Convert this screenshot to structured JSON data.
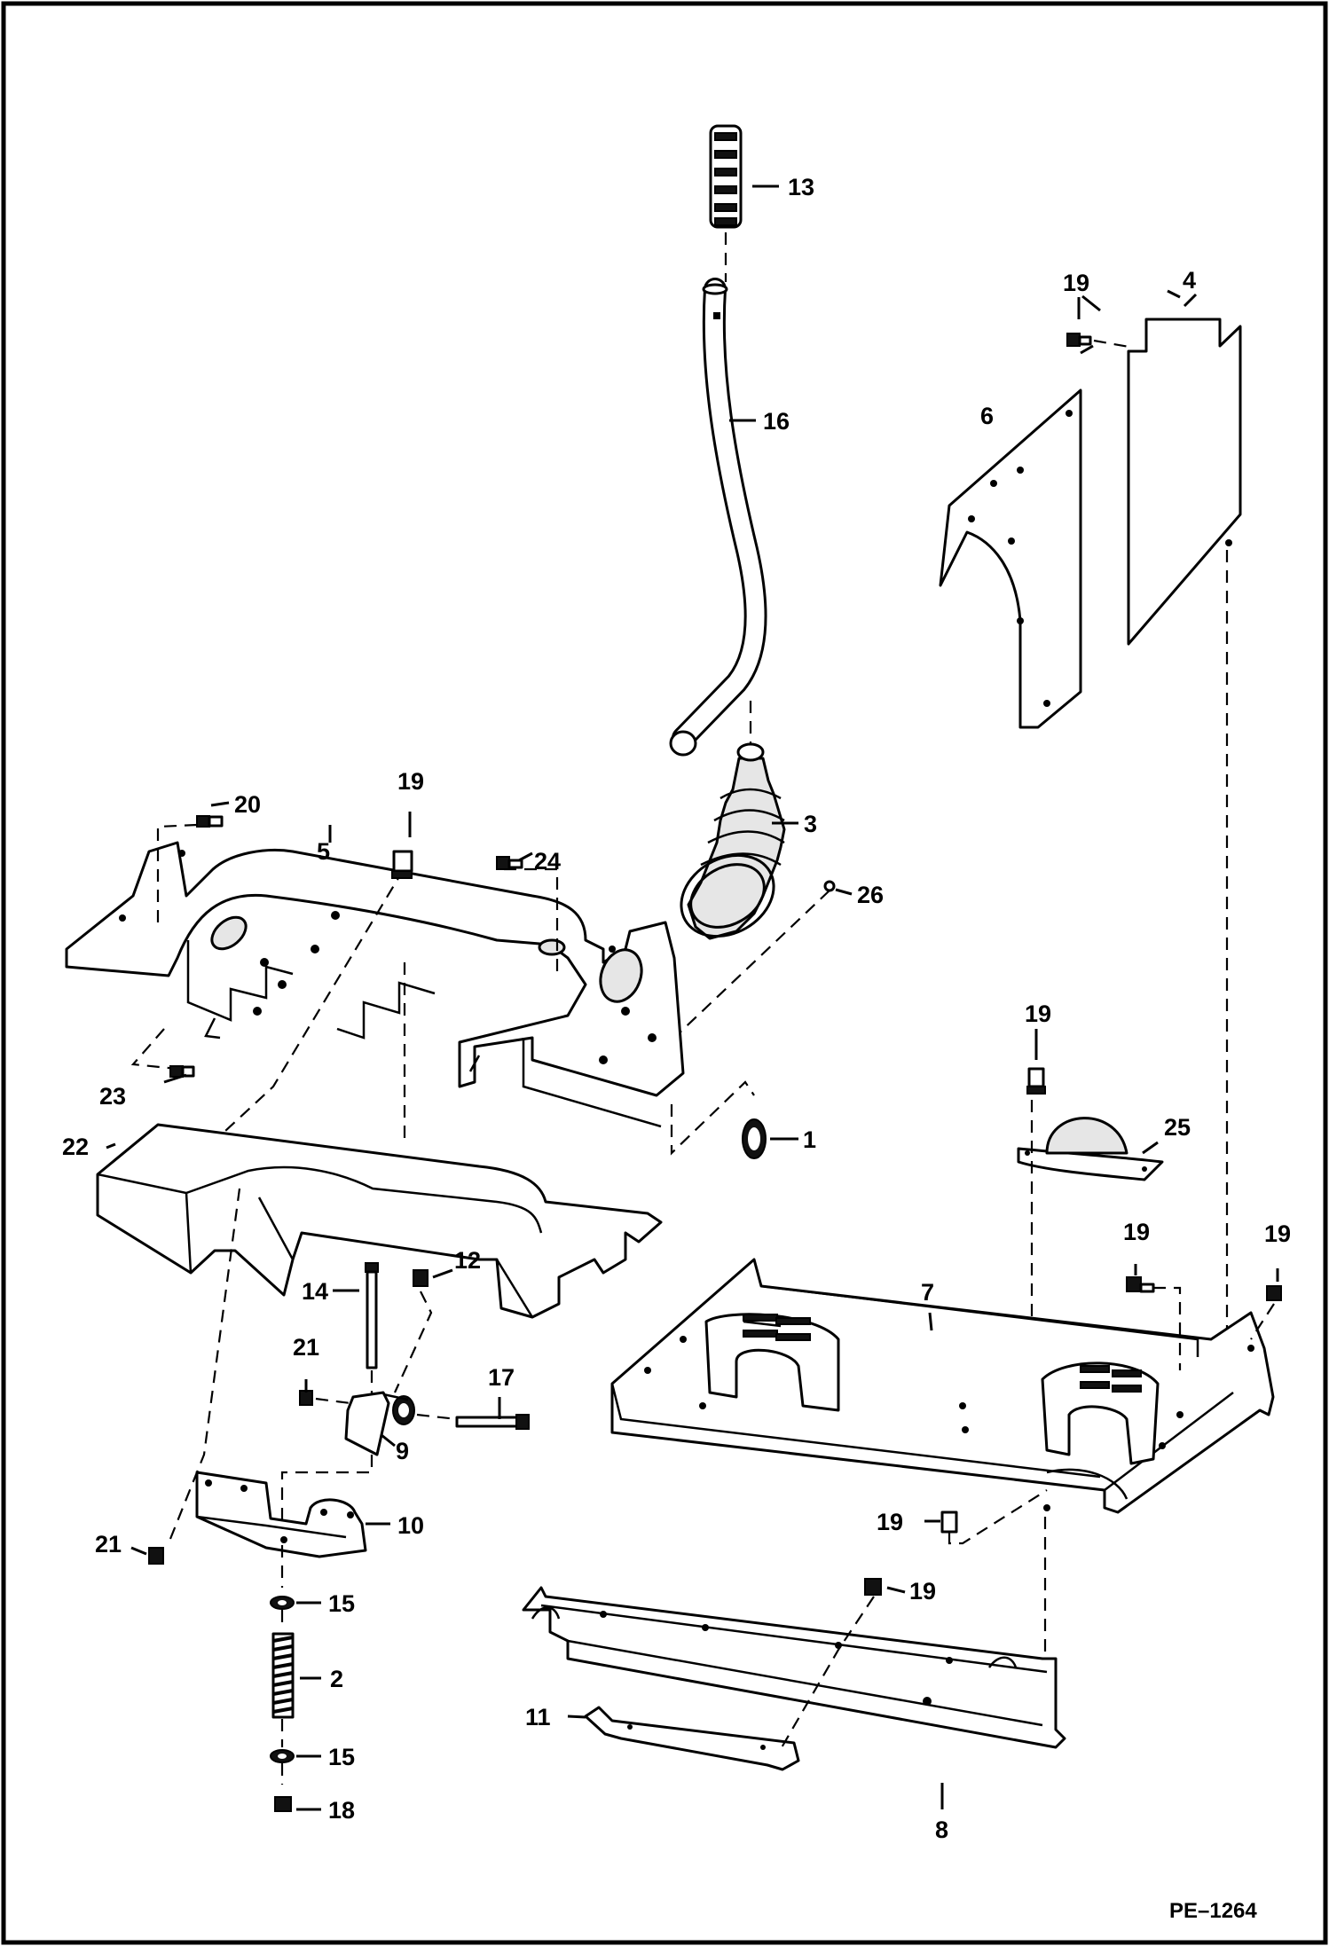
{
  "diagram": {
    "reference": "PE–1264",
    "callouts": {
      "c1": "1",
      "c2": "2",
      "c3": "3",
      "c4": "4",
      "c5": "5",
      "c6": "6",
      "c7": "7",
      "c8": "8",
      "c9": "9",
      "c10": "10",
      "c11": "11",
      "c12": "12",
      "c13": "13",
      "c14": "14",
      "c15a": "15",
      "c15b": "15",
      "c16": "16",
      "c17": "17",
      "c18": "18",
      "c19a": "19",
      "c19b": "19",
      "c19c": "19",
      "c19d": "19",
      "c19e": "19",
      "c19f": "19",
      "c19g": "19",
      "c20": "20",
      "c21a": "21",
      "c21b": "21",
      "c22": "22",
      "c23": "23",
      "c24": "24",
      "c25": "25",
      "c26": "26"
    }
  }
}
